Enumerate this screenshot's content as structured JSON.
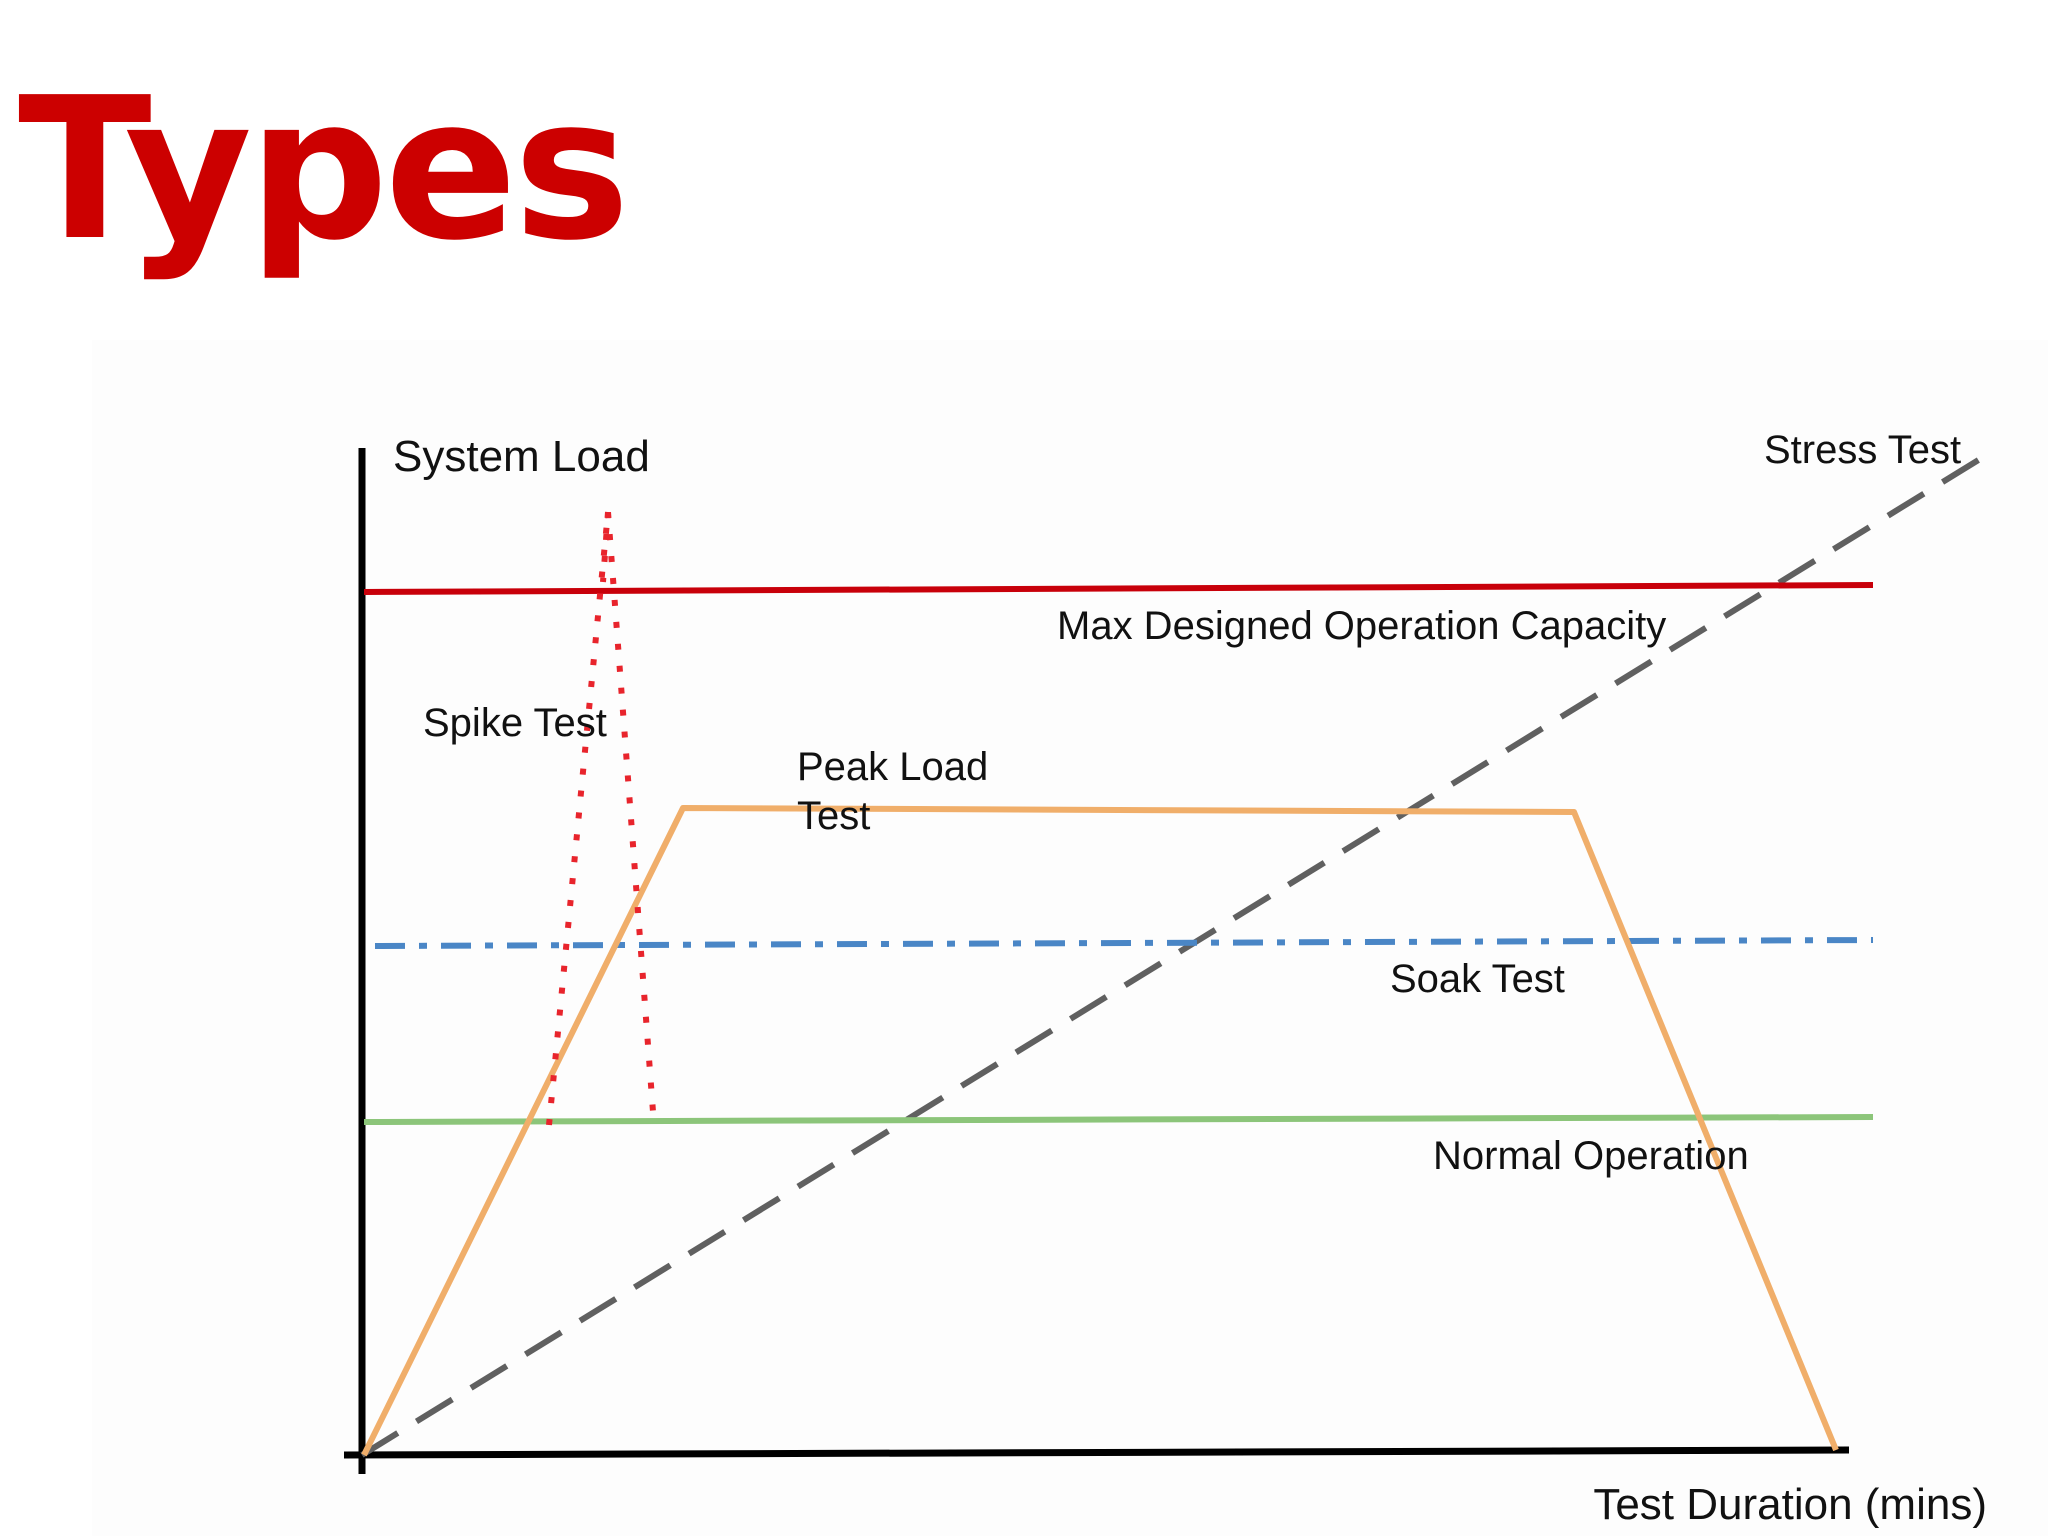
{
  "title": "Types",
  "diagram": {
    "y_axis_label": "System Load",
    "x_axis_label": "Test Duration (mins)",
    "series": [
      {
        "key": "max_capacity",
        "label": "Max Designed Operation Capacity",
        "color": "#c8000a",
        "style": "solid"
      },
      {
        "key": "spike",
        "label": "Spike Test",
        "color": "#e8242c",
        "style": "dotted"
      },
      {
        "key": "peak",
        "label_line1": "Peak Load",
        "label_line2": "Test",
        "color": "#f0ae6a",
        "style": "solid"
      },
      {
        "key": "soak",
        "label": "Soak Test",
        "color": "#4a86c6",
        "style": "dash-dot"
      },
      {
        "key": "normal",
        "label": "Normal Operation",
        "color": "#8cc57a",
        "style": "solid"
      },
      {
        "key": "stress",
        "label": "Stress Test",
        "color": "#606060",
        "style": "dashed"
      }
    ]
  }
}
